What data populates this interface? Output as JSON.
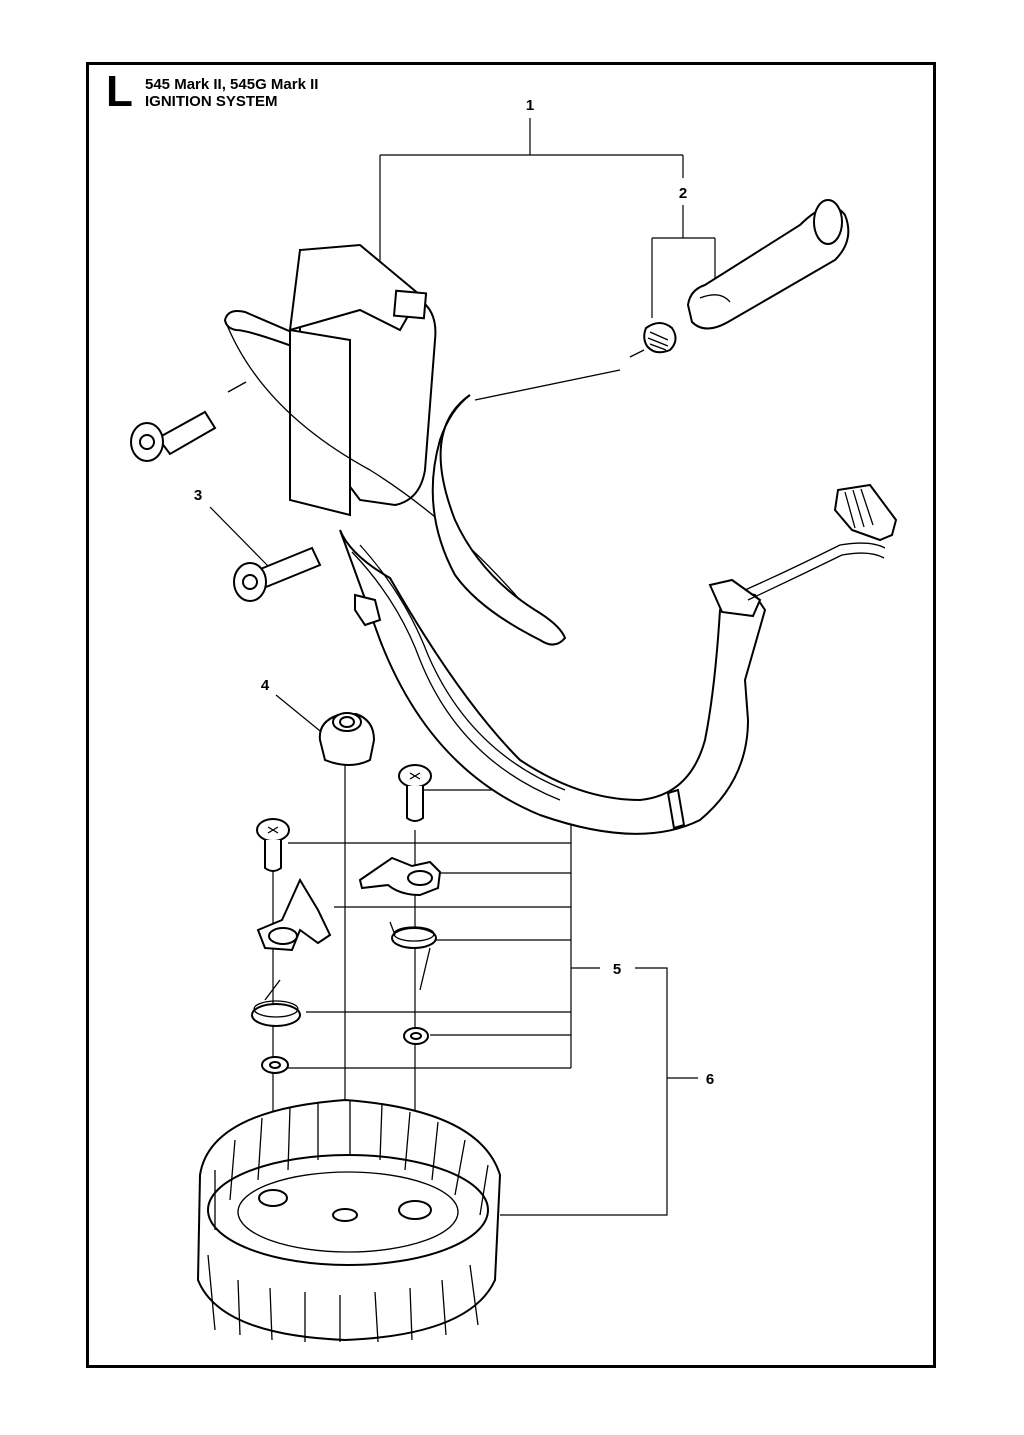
{
  "page": {
    "section_letter": "L",
    "title_line1": "545 Mark II, 545G Mark II",
    "title_line2": "IGNITION SYSTEM"
  },
  "callouts": [
    {
      "id": "1",
      "label": "1"
    },
    {
      "id": "2",
      "label": "2"
    },
    {
      "id": "3",
      "label": "3"
    },
    {
      "id": "4",
      "label": "4"
    },
    {
      "id": "5",
      "label": "5"
    },
    {
      "id": "6",
      "label": "6"
    }
  ],
  "colors": {
    "line": "#000000",
    "background": "#ffffff",
    "shade": "#d9d9d9"
  }
}
